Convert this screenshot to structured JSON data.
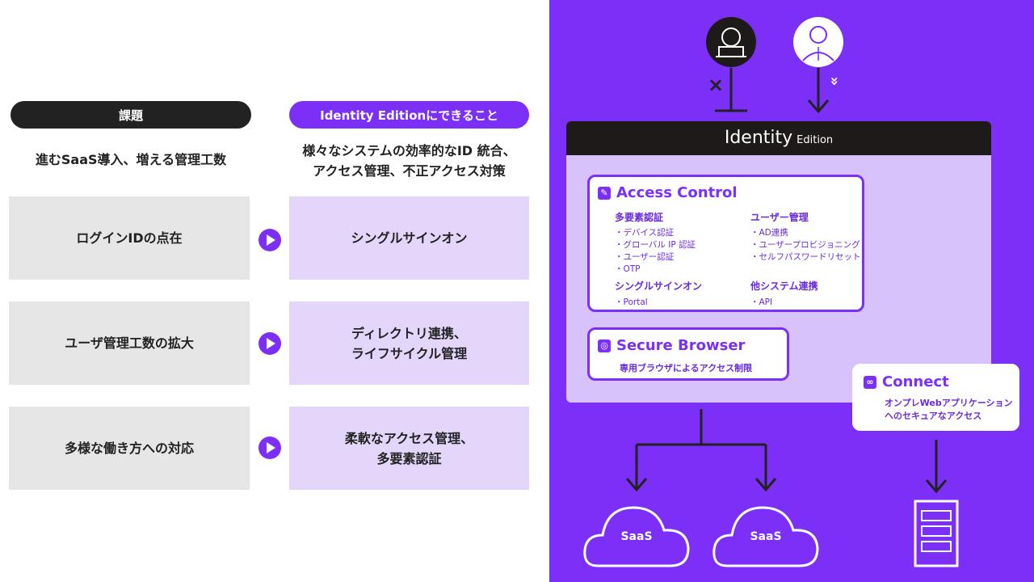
{
  "left": {
    "header_issue": "課題",
    "header_solution": "Identity Editionにできること",
    "issue_sub": "進むSaaS導入、増える管理工数",
    "solution_sub": [
      "様々なシステムの効率的なID 統合、",
      "アクセス管理、不正アクセス対策"
    ],
    "rows": [
      {
        "issue": [
          "ログインIDの点在"
        ],
        "solution": [
          "シングルサインオン"
        ]
      },
      {
        "issue": [
          "ユーザ管理工数の拡大"
        ],
        "solution": [
          "ディレクトリ連携、",
          "ライフサイクル管理"
        ]
      },
      {
        "issue": [
          "多様な働き方への対応"
        ],
        "solution": [
          "柔軟なアクセス管理、",
          "多要素認証"
        ]
      }
    ]
  },
  "right": {
    "identity_title": "Identity",
    "identity_sub": "Edition",
    "block_mark": "×",
    "allow_mark": "»",
    "access_control": {
      "title": "Access Control",
      "icon": "edit-icon",
      "mfa_head": "多要素認証",
      "mfa_items": [
        "・デバイス認証",
        "・グローバル IP 認証",
        "・ユーザー認証",
        "・OTP"
      ],
      "user_head": "ユーザー管理",
      "user_items": [
        "・AD連携",
        "・ユーザープロビジョニング",
        "・セルフパスワードリセット"
      ],
      "sso_head": "シングルサインオン",
      "sso_items": [
        "・Portal"
      ],
      "other_head": "他システム連携",
      "other_items": [
        "・API"
      ]
    },
    "secure_browser": {
      "title": "Secure Browser",
      "desc": "専用ブラウザによるアクセス制限",
      "icon": "globe-icon"
    },
    "connect": {
      "title": "Connect",
      "desc": [
        "オンプレWebアプリケーション",
        "へのセキュアなアクセス"
      ],
      "icon": "link-icon"
    },
    "saas_labels": [
      "SaaS",
      "SaaS"
    ]
  },
  "colors": {
    "accent": "#7b2ff7",
    "dark": "#222222",
    "lavender": "#e4d5fb",
    "gray": "#e6e6e6",
    "panel_inner": "#d7c2fb"
  }
}
